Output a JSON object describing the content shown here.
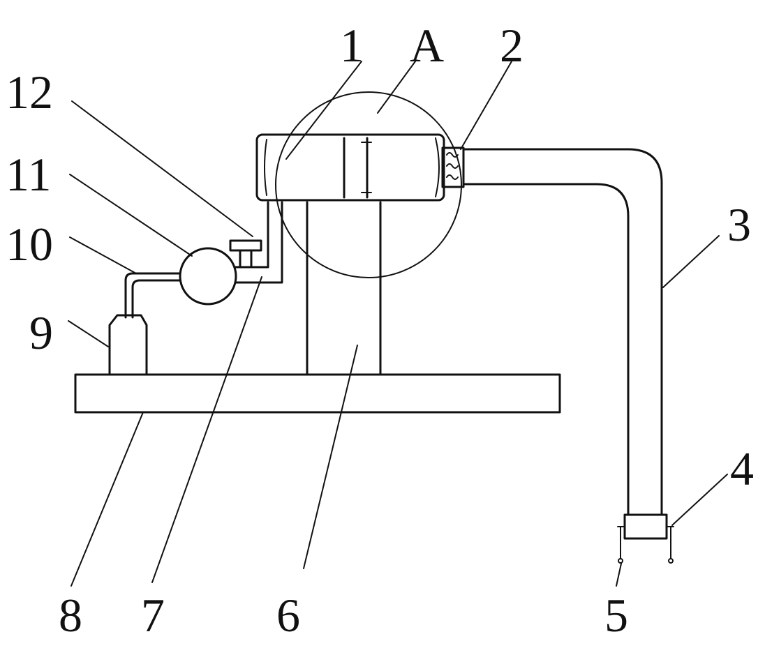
{
  "diagram": {
    "labels": {
      "l1": "1",
      "lA": "A",
      "l2": "2",
      "l3": "3",
      "l4": "4",
      "l5": "5",
      "l6": "6",
      "l7": "7",
      "l8": "8",
      "l9": "9",
      "l10": "10",
      "l11": "11",
      "l12": "12"
    },
    "colors": {
      "stroke": "#111111",
      "background": "#ffffff"
    }
  }
}
